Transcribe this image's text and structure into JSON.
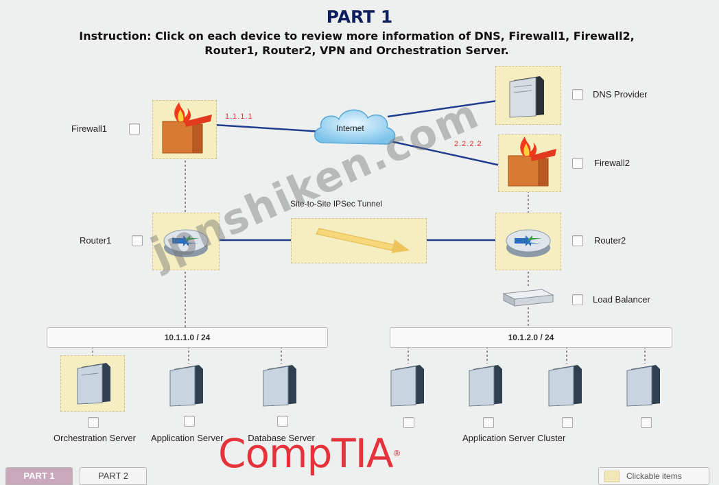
{
  "title": "PART 1",
  "instruction": {
    "line1": "Instruction: Click on each device to review more information of DNS, Firewall1, Firewall2,",
    "line2": "Router1, Router2, VPN and Orchestration Server."
  },
  "devices": {
    "firewall1": {
      "label": "Firewall1",
      "ip": "1.1.1.1"
    },
    "firewall2": {
      "label": "Firewall2",
      "ip": "2.2.2.2"
    },
    "dns": {
      "label": "DNS Provider"
    },
    "internet": {
      "label": "Internet"
    },
    "router1": {
      "label": "Router1"
    },
    "router2": {
      "label": "Router2"
    },
    "vpn": {
      "label": "Site-to-Site IPSec Tunnel"
    },
    "load_balancer": {
      "label": "Load Balancer"
    }
  },
  "subnets": {
    "left": "10.1.1.0 / 24",
    "right": "10.1.2.0 / 24"
  },
  "servers": {
    "orchestration": "Orchestration Server",
    "application": "Application Server",
    "database": "Database Server",
    "cluster": "Application Server Cluster"
  },
  "watermark": "jpnshiken.com",
  "brand": "CompTIA",
  "tabs": {
    "part1": "PART 1",
    "part2": "PART 2"
  },
  "legend": "Clickable items",
  "colors": {
    "title": "#0d1e5c",
    "ip": "#e0302a",
    "clickable_bg": "#f5eec1",
    "brand": "#e5323b",
    "link": "#1f3d8c"
  }
}
